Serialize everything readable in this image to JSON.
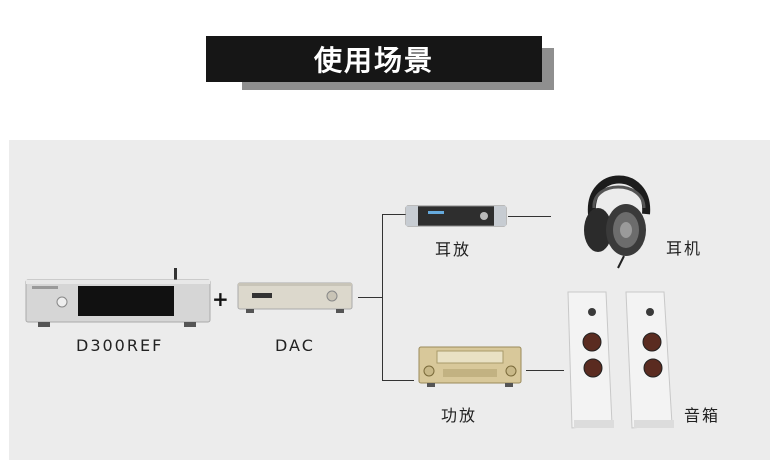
{
  "banner": {
    "title": "使用场景"
  },
  "diagram": {
    "plus": "+",
    "nodes": {
      "source": {
        "label": "D300REF"
      },
      "dac": {
        "label": "DAC"
      },
      "headphone_amp": {
        "label": "耳放"
      },
      "headphones": {
        "label": "耳机"
      },
      "power_amp": {
        "label": "功放"
      },
      "speakers": {
        "label": "音箱"
      }
    }
  }
}
